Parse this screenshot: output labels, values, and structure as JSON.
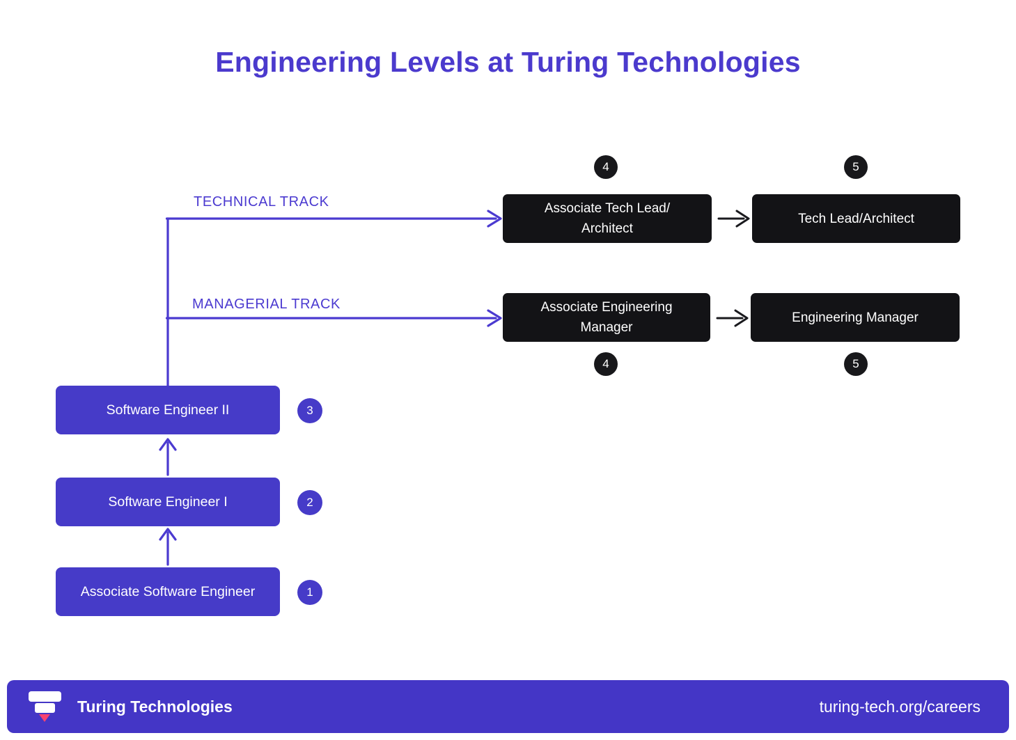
{
  "title": "Engineering Levels at Turing Technologies",
  "colors": {
    "accent_purple": "#4B3AD0",
    "box_purple": "#463BC8",
    "box_black": "#131316",
    "circle_black": "#18181B",
    "footer_purple": "#4436C6",
    "logo_pink": "#F8436F",
    "background": "#FFFFFF"
  },
  "tracks": {
    "technical": {
      "label": "TECHNICAL TRACK",
      "boxes": [
        {
          "lines": [
            "Associate Tech Lead/",
            "Architect"
          ],
          "level": "4"
        },
        {
          "lines": [
            "Tech Lead/Architect"
          ],
          "level": "5"
        }
      ]
    },
    "managerial": {
      "label": "MANAGERIAL TRACK",
      "boxes": [
        {
          "lines": [
            "Associate Engineering",
            "Manager"
          ],
          "level": "4"
        },
        {
          "lines": [
            "Engineering Manager"
          ],
          "level": "5"
        }
      ]
    }
  },
  "ladder": [
    {
      "label": "Software Engineer II",
      "level": "3"
    },
    {
      "label": "Software Engineer I",
      "level": "2"
    },
    {
      "label": "Associate Software Engineer",
      "level": "1"
    }
  ],
  "footer": {
    "brand": "Turing Technologies",
    "url": "turing-tech.org/careers"
  }
}
